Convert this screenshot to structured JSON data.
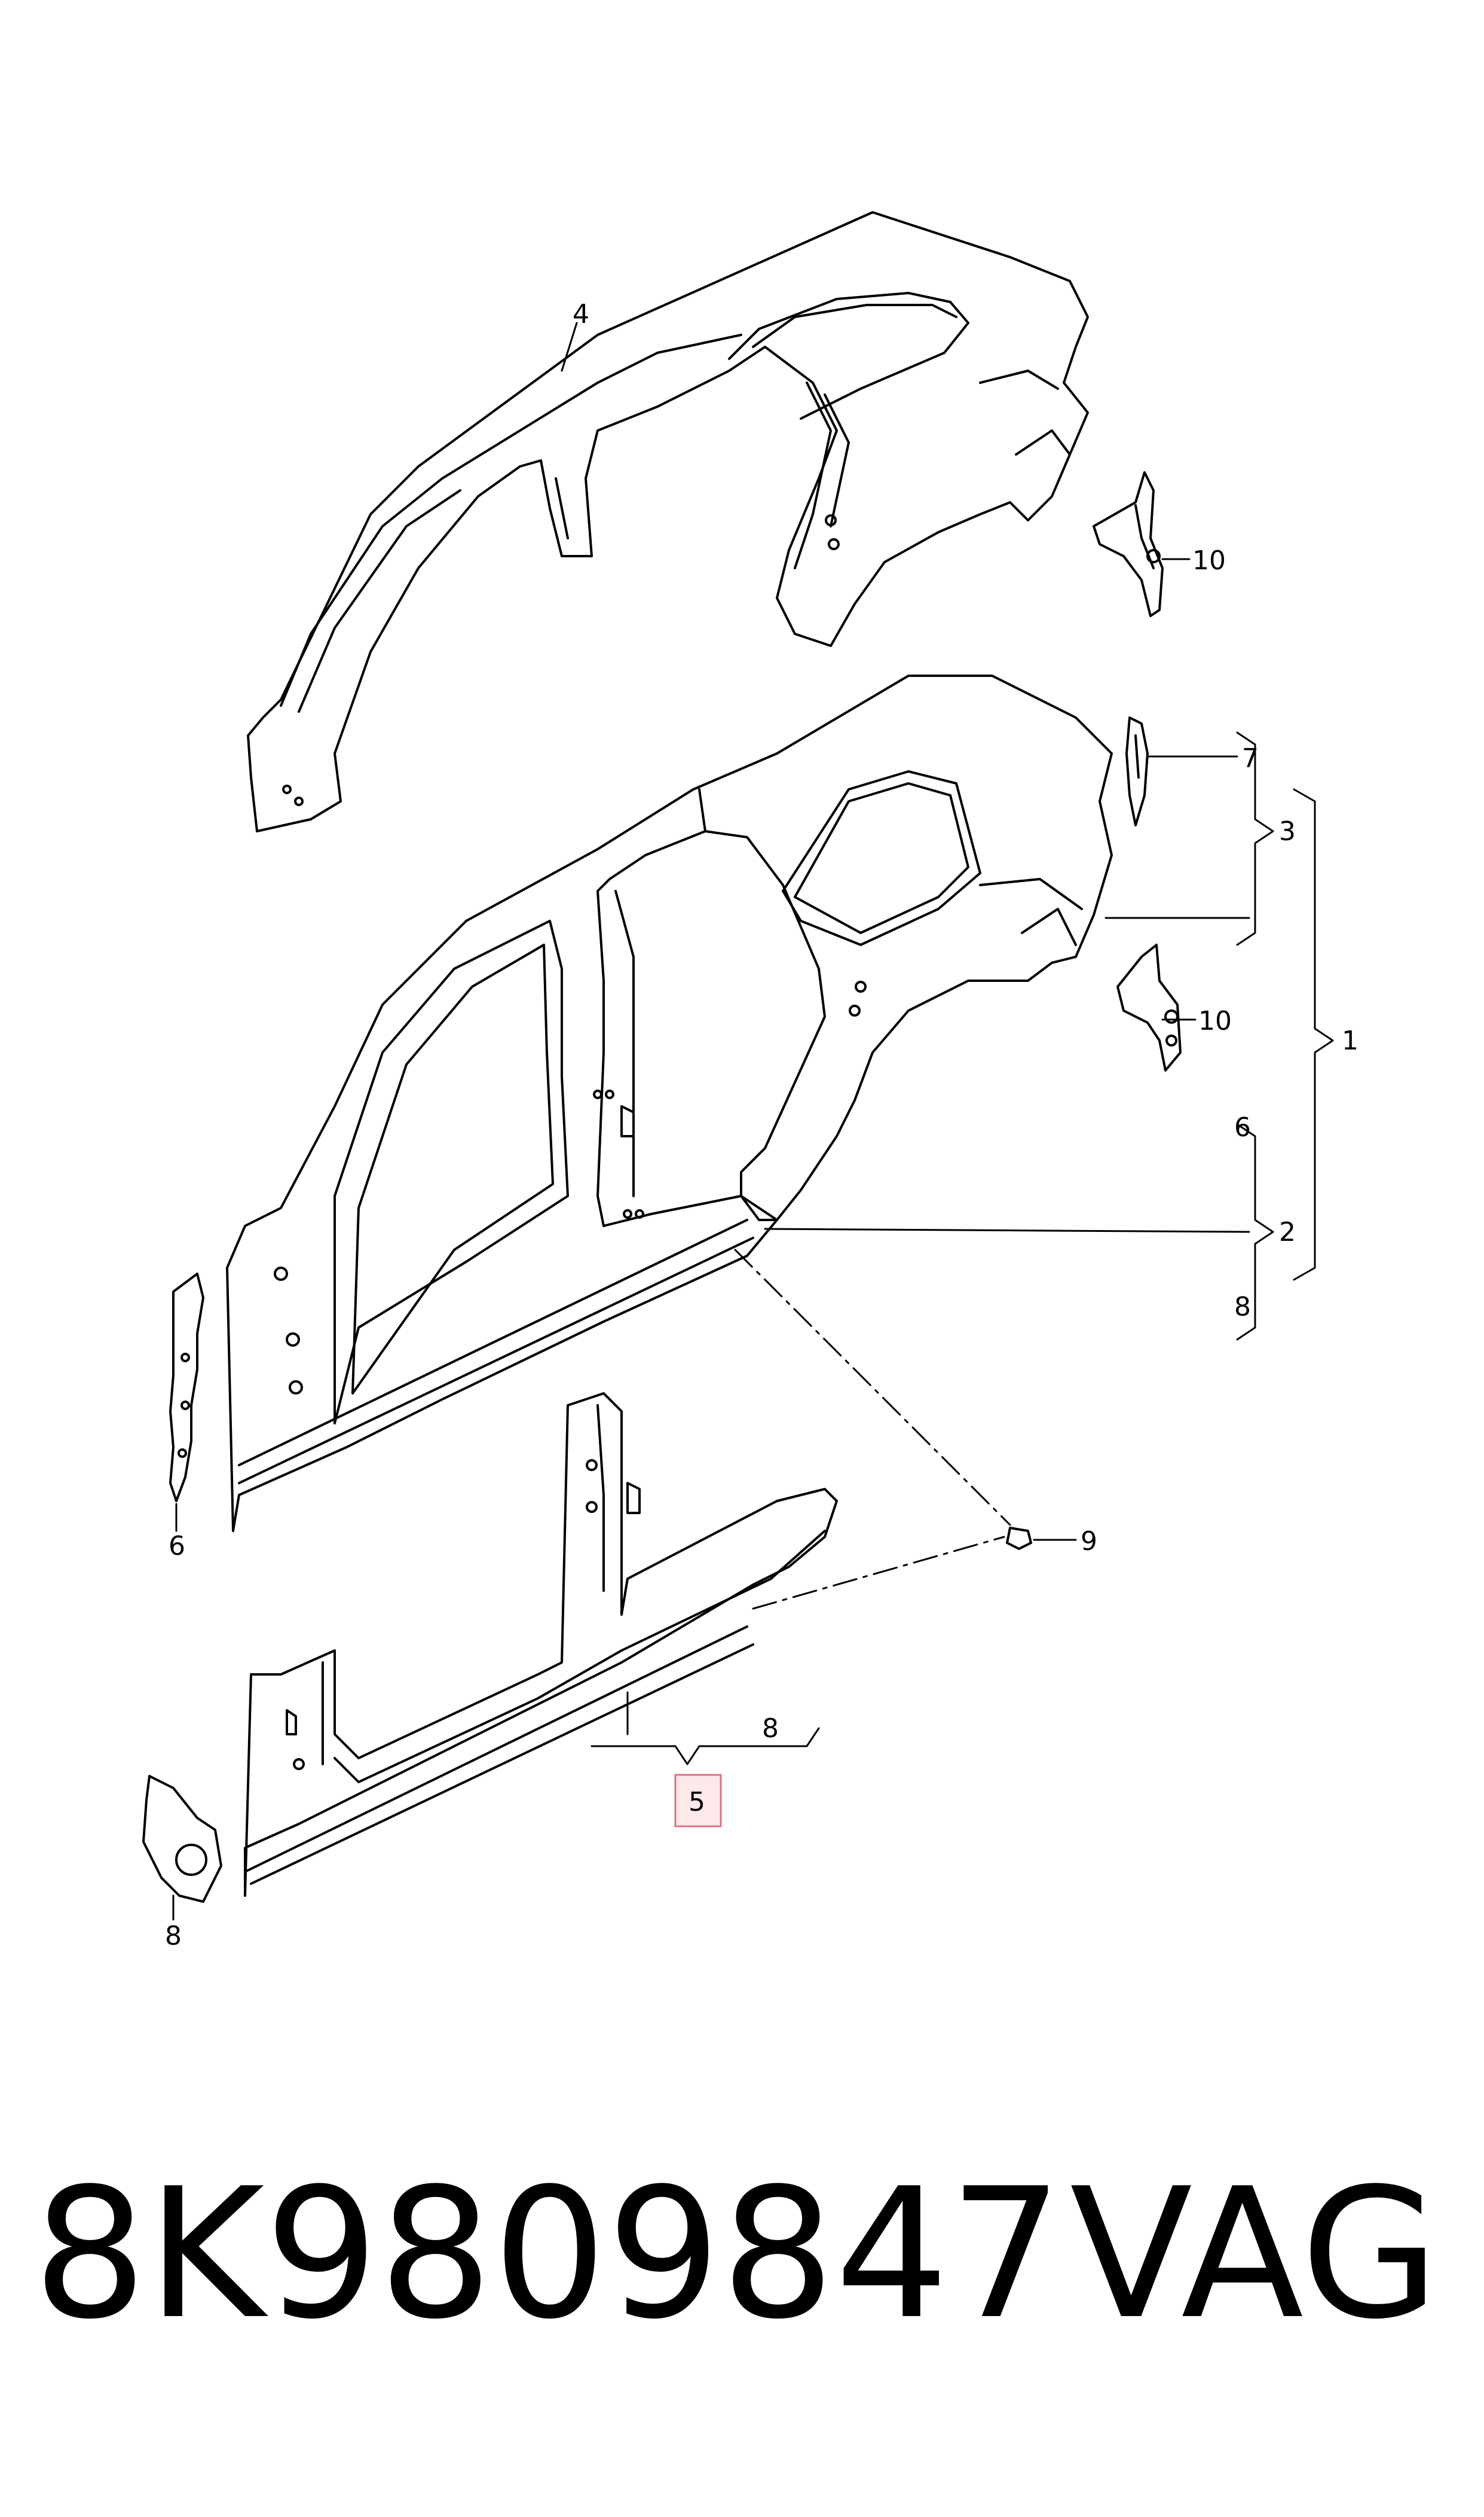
{
  "callouts": {
    "c4": "4",
    "c10a": "10",
    "c7": "7",
    "c3": "3",
    "c1": "1",
    "c10b": "10",
    "c6": "6",
    "c2": "2",
    "c8": "8",
    "c6b": "6",
    "c9": "9",
    "c8b": "8",
    "c5": "5",
    "c8c": "8"
  },
  "footer": {
    "part_number": "8K9809847",
    "brand": "VAG"
  },
  "colors": {
    "highlight_fill": "#fde8ea",
    "highlight_stroke": "#e07080"
  }
}
